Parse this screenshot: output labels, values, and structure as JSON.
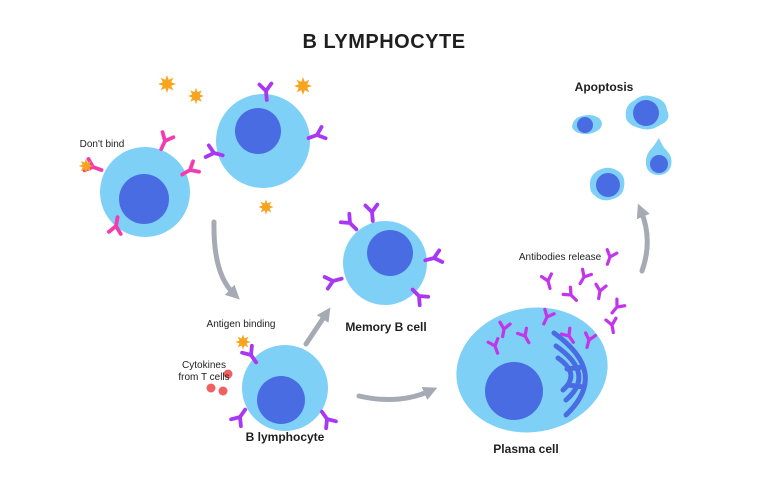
{
  "title": "B LYMPHOCYTE",
  "labels": {
    "dont_bind": "Don't bind",
    "antigen_binding": "Antigen binding",
    "cytokines": "Cytokines from T cells",
    "b_lymphocyte": "B lymphocyte",
    "memory_b_cell": "Memory B cell",
    "plasma_cell": "Plasma cell",
    "antibodies_release": "Antibodies release",
    "apoptosis": "Apoptosis"
  },
  "colors": {
    "cell": "#7FD0F7",
    "nucleus": "#4A6CE3",
    "receptor_pink": "#F23DAE",
    "receptor_purple": "#A838F2",
    "antibody": "#C235EC",
    "antigen": "#F8A41F",
    "cytokine": "#F06060",
    "arrow": "#A6AAB4",
    "text": "#1F1F1F"
  }
}
